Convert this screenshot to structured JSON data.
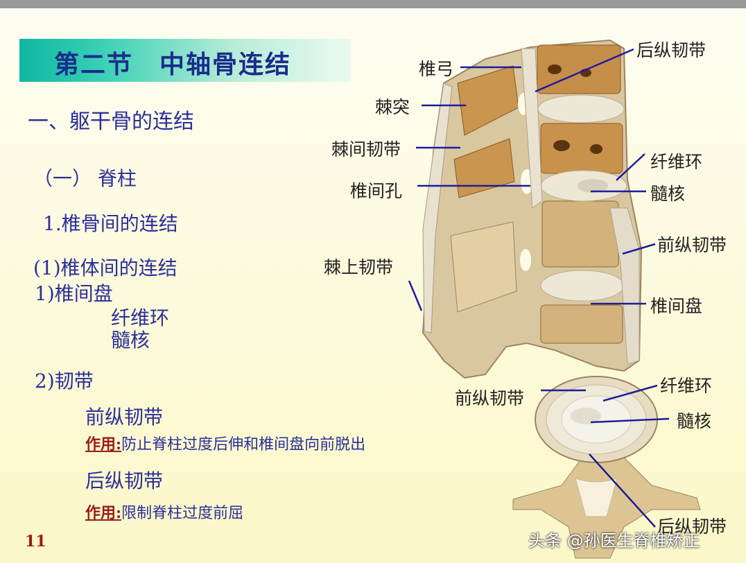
{
  "slide": {
    "title": "第二节　中轴骨连结",
    "section": "一、躯干骨的连结",
    "subsection": "（一）  脊柱",
    "item1": "1.椎骨间的连结",
    "item_a": "(1)椎体间的连结",
    "item_a1": "1)椎间盘",
    "item_a1_fa": "纤维环",
    "item_a1_nu": "髓核",
    "item_2": "2)韧带",
    "lig1_name": "前纵韧带",
    "lig1_func_label": "作用:",
    "lig1_func_text": "防止脊柱过度后伸和椎间盘向前脱出",
    "lig2_name": "后纵韧带",
    "lig2_func_label": "作用:",
    "lig2_func_text": "限制脊柱过度前屈",
    "page_number": "11"
  },
  "figure_labels": {
    "arch": "椎弓",
    "spinous": "棘突",
    "interspinous": "棘间韧带",
    "foramen": "椎间孔",
    "supraspinous": "棘上韧带",
    "posterior_long": "后纵韧带",
    "annulus": "纤维环",
    "nucleus": "髓核",
    "anterior_long": "前纵韧带",
    "disc": "椎间盘",
    "anterior_long_2": "前纵韧带",
    "annulus_2": "纤维环",
    "nucleus_2": "髓核",
    "posterior_long_2": "后纵韧带"
  },
  "watermark": "头条 @孙医生脊椎矫正"
}
